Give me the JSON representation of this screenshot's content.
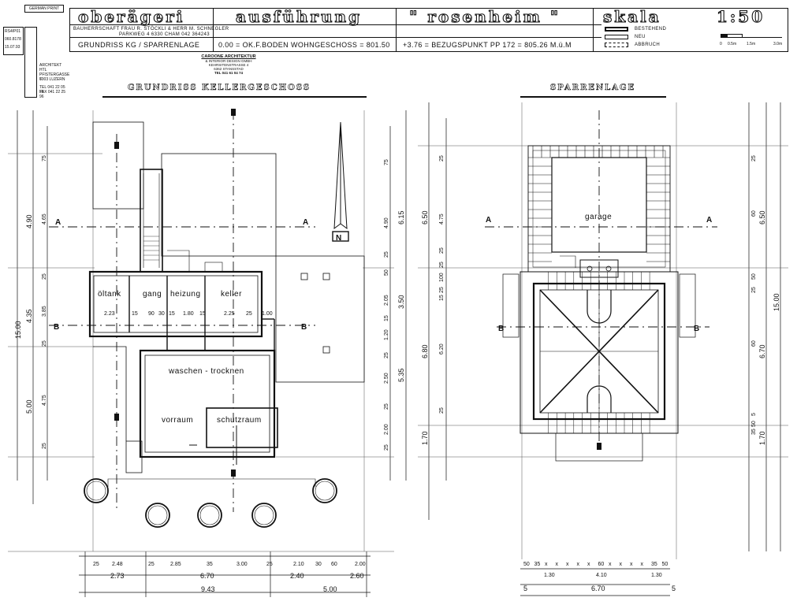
{
  "header": {
    "location": "oberägeri",
    "phase": "ausführung",
    "project": "\" rosenheim \"",
    "scale_label": "skala",
    "scale_value": "1:50",
    "client": "BAUHERRSCHAFT  FRAU R. STÖCKLI & HERR M. SCHNEGLER",
    "client_address": "PARKWEG 4   6330 CHAM   042 364243",
    "plan_title": "GRUNDRISS KG / SPARRENLAGE",
    "floor_ref": "0.00 = OK.F.BODEN WOHNGESCHOSS = 801.50",
    "bezug": "+3.76 = BEZUGSPUNKT  PP 172 = 805.26 M.ü.M",
    "legend": [
      "BESTEHEND",
      "NEU",
      "ABBRUCH"
    ],
    "scalebar": [
      "0",
      "0.5m",
      "1.5m",
      "3.0m"
    ]
  },
  "titleblock": {
    "stamp": "GERMAN PRINT",
    "codes": [
      "RS4/P01",
      "060.8178",
      "15.07.93"
    ],
    "architect_label": "ARCHITEKT HTL",
    "architect_addr1": "PFISTERGASSE 7",
    "architect_addr2": "6003 LUZERN",
    "tel": "TEL 041 22 05 70",
    "fax": "FAX 041 22 25 96"
  },
  "firm": {
    "name": "CAROONE ARCHITEKTUR",
    "sub": "& INTERIOR DESIGN GMBH",
    "street": "KEHRSITENSTRASSE 4",
    "city": "6362 STANSSTAD",
    "tel": "TEL 041 61 04 74"
  },
  "left_plan": {
    "title": "GRUNDRISS KELLERGESCHOSS",
    "rooms": [
      "öltank",
      "gang",
      "heizung",
      "keller",
      "waschen - trocknen",
      "vorraum",
      "schutzraum"
    ],
    "inner_dims": [
      "2.23",
      "15",
      "90",
      "30",
      "15",
      "1.80",
      "15",
      "2.25",
      "25",
      "1.00"
    ],
    "section_a": "A",
    "section_b": "B",
    "north": "N",
    "left_dims_outer": [
      "15.00"
    ],
    "left_dims_mid": [
      "4.90",
      "4.35",
      "5.00"
    ],
    "left_dims_inner": [
      "75",
      "4.65",
      "25",
      "3.85",
      "25",
      "4.75",
      "25"
    ],
    "right_dims_inner": [
      "75",
      "4.90",
      "25",
      "50",
      "2.05",
      "15",
      "1.20",
      "25",
      "2.50",
      "25",
      "2.00",
      "25"
    ],
    "right_dims_outer": [
      "6.15",
      "3.50",
      "5.35"
    ],
    "bottom_row1": [
      "25",
      "2.48",
      "25",
      "2.85",
      "35",
      "3.00",
      "25",
      "2.10",
      "30",
      "60",
      "2.00"
    ],
    "bottom_row2": [
      "2.73",
      "6.70",
      "2.40",
      "2.60"
    ],
    "bottom_row3": [
      "9.43",
      "5.00"
    ]
  },
  "right_plan": {
    "title": "SPARRENLAGE",
    "room": "garage",
    "section_a": "A",
    "section_b": "B",
    "left_dims_mid": [
      "6.50",
      "6.80",
      "1.70"
    ],
    "left_dims_inner": [
      "25",
      "4.75",
      "25",
      "25",
      "100",
      "25",
      "15",
      "6.20",
      "25"
    ],
    "right_dims_outer": [
      "15.00"
    ],
    "right_dims_mid": [
      "6.50",
      "6.70",
      "1.70"
    ],
    "right_dims_inner": [
      "25",
      "60",
      "50",
      "25",
      "60",
      "5",
      "50",
      "35"
    ],
    "bottom_row1": [
      "50",
      "35",
      "x",
      "x",
      "x",
      "x",
      "x",
      "60",
      "x",
      "x",
      "x",
      "x",
      "35",
      "50"
    ],
    "bottom_row2": [
      "1.30",
      "4.10",
      "1.30"
    ],
    "bottom_row3": [
      "5",
      "6.70",
      "5"
    ]
  },
  "colors": {
    "ink": "#111111",
    "paper": "#ffffff",
    "grid": "#555555"
  }
}
